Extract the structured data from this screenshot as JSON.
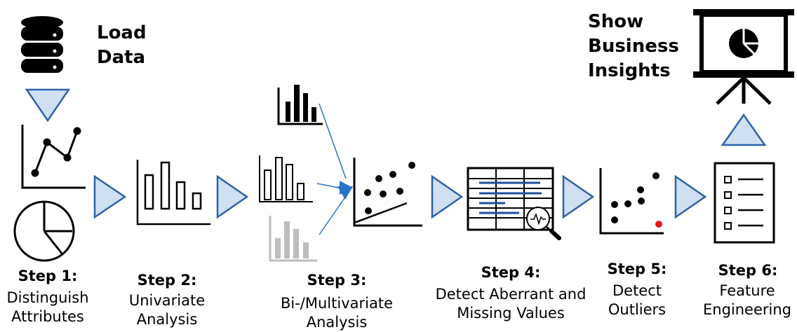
{
  "top_labels": {
    "load_data": [
      "Load",
      "Data"
    ],
    "show_insights": [
      "Show",
      "Business",
      "Insights"
    ]
  },
  "steps": [
    {
      "title": "Step 1:",
      "desc": [
        "Distinguish",
        "Attributes"
      ]
    },
    {
      "title": "Step 2:",
      "desc": [
        "Univariate",
        "Analysis"
      ]
    },
    {
      "title": "Step 3:",
      "desc": [
        "Bi-/Multivariate",
        "Analysis"
      ]
    },
    {
      "title": "Step 4:",
      "desc": [
        "Detect Aberrant and",
        "Missing Values"
      ]
    },
    {
      "title": "Step 5:",
      "desc": [
        "Detect",
        "Outliers"
      ]
    },
    {
      "title": "Step 6:",
      "desc": [
        "Feature",
        "Engineering"
      ]
    }
  ],
  "colors": {
    "arrow_fill": "#cfe0f3",
    "arrow_stroke": "#2e62a8",
    "blue_line": "#1f4e9a",
    "connector": "#2a73c9",
    "gray_bars": "#bdbdbd",
    "outlier": "#e8191d",
    "ink": "#000000"
  },
  "icons": {
    "database": "database-icon",
    "line_chart": "line-chart-icon",
    "pie_chart": "pie-chart-icon",
    "bar_chart": "bar-chart-icon",
    "scatter": "scatter-plot-icon",
    "table": "table-icon",
    "magnifier": "magnifier-icon",
    "checklist": "checklist-icon",
    "presentation": "presentation-board-icon"
  }
}
